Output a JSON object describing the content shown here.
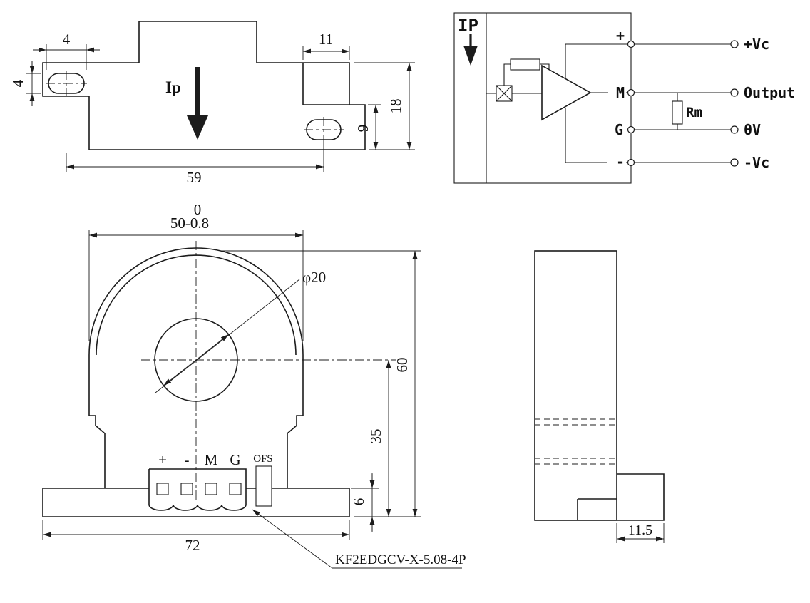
{
  "top_view": {
    "current_label": "Ip",
    "dim_slot_length": "4",
    "dim_slot_width": "4",
    "dim_step_width": "11",
    "dim_side_height": "18",
    "dim_lower_height": "9",
    "dim_hole_spacing": "59"
  },
  "schematic": {
    "primary_label": "IP",
    "terminal_plus": "+",
    "terminal_m": "M",
    "terminal_g": "G",
    "terminal_minus": "-",
    "pin_pos_supply": "+Vc",
    "pin_output": "Output",
    "pin_zero_volt": "0V",
    "pin_neg_supply": "-Vc",
    "load_resistor": "Rm"
  },
  "front_view": {
    "dim_width_tol": "0",
    "dim_width": "50-0.8",
    "dim_aperture": "φ20",
    "dim_total_height": "60",
    "dim_center_height": "35",
    "dim_base_height": "6",
    "dim_base_width": "72",
    "pin_plus": "+",
    "pin_minus": "-",
    "pin_m": "M",
    "pin_g": "G",
    "offset_label": "OFS",
    "connector_part": "KF2EDGCV-X-5.08-4P"
  },
  "side_view": {
    "dim_step_depth": "11.5"
  }
}
